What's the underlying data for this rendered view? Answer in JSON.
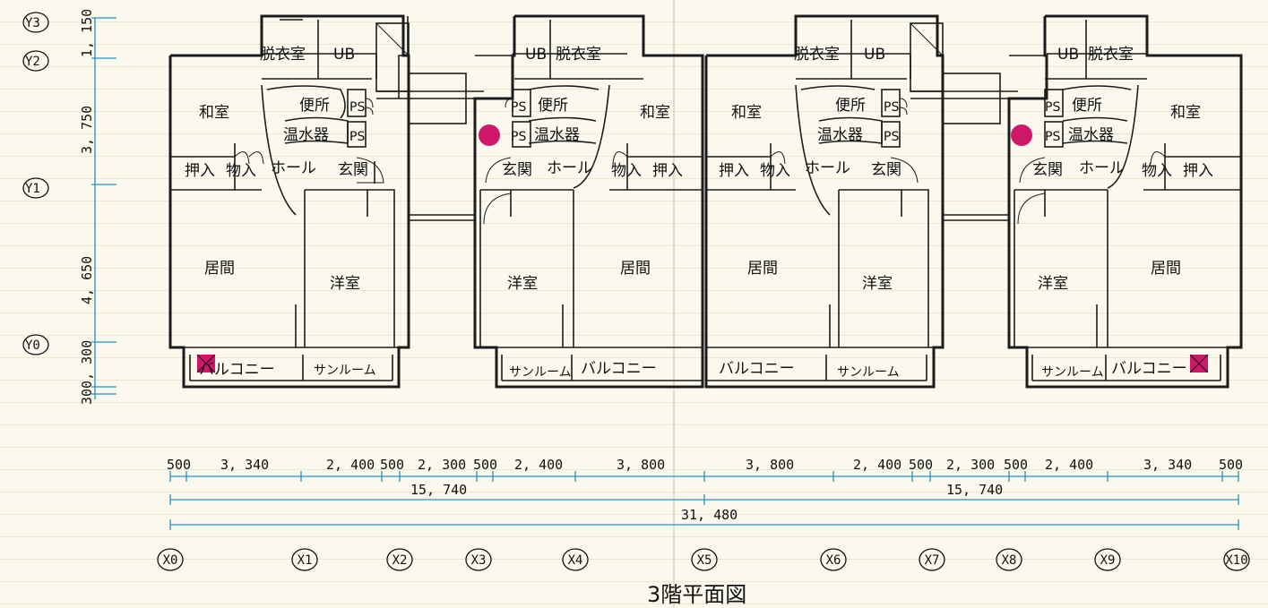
{
  "title": "3階平面図",
  "units": [
    {
      "washroom": "脱衣室",
      "bath": "UB",
      "toilet": "便所",
      "ps": "PS",
      "ps2": "PS",
      "heater": "温水器",
      "japanese_room": "和室",
      "closet": "押入",
      "storage": "物入",
      "hall": "ホール",
      "entrance": "玄関",
      "living": "居間",
      "western_room": "洋室",
      "balcony": "バルコニー",
      "sunroom": "サンルーム"
    },
    {
      "washroom": "脱衣室",
      "bath": "UB",
      "toilet": "便所",
      "ps": "PS",
      "ps2": "PS",
      "heater": "温水器",
      "japanese_room": "和室",
      "closet": "押入",
      "storage": "物入",
      "hall": "ホール",
      "entrance": "玄関",
      "living": "居間",
      "western_room": "洋室",
      "balcony": "バルコニー",
      "sunroom": "サンルーム"
    },
    {
      "washroom": "脱衣室",
      "bath": "UB",
      "toilet": "便所",
      "ps": "PS",
      "ps2": "PS",
      "heater": "温水器",
      "japanese_room": "和室",
      "closet": "押入",
      "storage": "物入",
      "hall": "ホール",
      "entrance": "玄関",
      "living": "居間",
      "western_room": "洋室",
      "balcony": "バルコニー",
      "sunroom": "サンルーム"
    },
    {
      "washroom": "脱衣室",
      "bath": "UB",
      "toilet": "便所",
      "ps": "PS",
      "ps2": "PS",
      "heater": "温水器",
      "japanese_room": "和室",
      "closet": "押入",
      "storage": "物入",
      "hall": "ホール",
      "entrance": "玄関",
      "living": "居間",
      "western_room": "洋室",
      "balcony": "バルコニー",
      "sunroom": "サンルーム"
    }
  ],
  "dimensions": {
    "vertical": [
      "1, 150",
      "3, 750",
      "4, 650",
      "300, 300"
    ],
    "bays": [
      "500",
      "3, 340",
      "2, 400",
      "500",
      "2, 300",
      "500",
      "2, 400",
      "3, 800",
      "3, 800",
      "2, 400",
      "500",
      "2, 300",
      "500",
      "2, 400",
      "3, 340",
      "500"
    ],
    "halves": [
      "15, 740",
      "15, 740"
    ],
    "total": "31, 480"
  },
  "axes": {
    "x": [
      "X0",
      "X1",
      "X2",
      "X3",
      "X4",
      "X5",
      "X6",
      "X7",
      "X8",
      "X9",
      "X10"
    ],
    "y": [
      "Y3",
      "Y2",
      "Y1",
      "Y0"
    ]
  },
  "colors": {
    "marker": "#d0186a",
    "dimension_line": "#2a8fc0",
    "wall": "#1c1c1c"
  }
}
